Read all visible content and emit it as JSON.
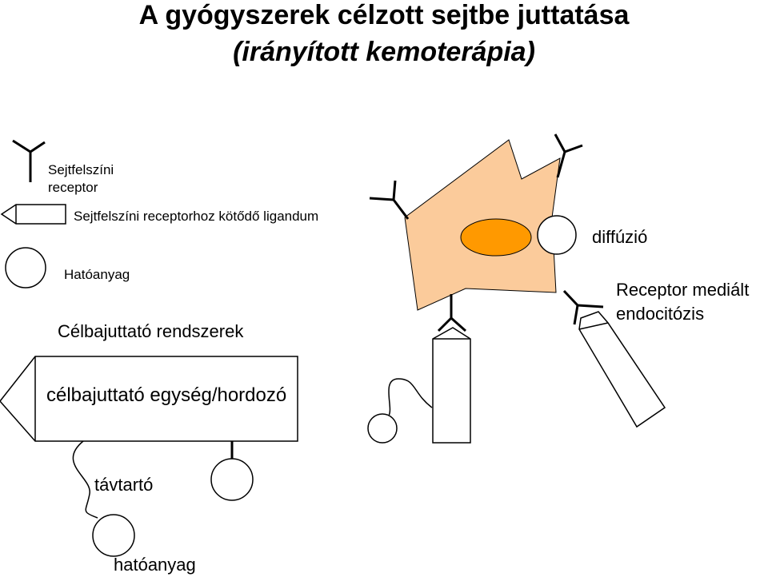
{
  "title": "A gyógyszerek célzott sejtbe juttatása",
  "subtitle": "(irányított kemoterápia)",
  "legend": {
    "receptor_line1": "Sejtfelszíni",
    "receptor_line2": "receptor",
    "ligand": "Sejtfelszíni receptorhoz kötődő ligandum",
    "drug": "Hatóanyag"
  },
  "systems_heading": "Célbajuttató rendszerek",
  "carrier_label": "célbajuttató egység/hordozó",
  "spacer_label": "távtartó",
  "payload_label": "hatóanyag",
  "diffusion_label": "diffúzió",
  "endocytosis_line1": "Receptor mediált",
  "endocytosis_line2": "endocitózis",
  "colors": {
    "cell_fill": "#fbcb9b",
    "nucleus_fill": "#ff9900",
    "stroke": "#000000"
  }
}
